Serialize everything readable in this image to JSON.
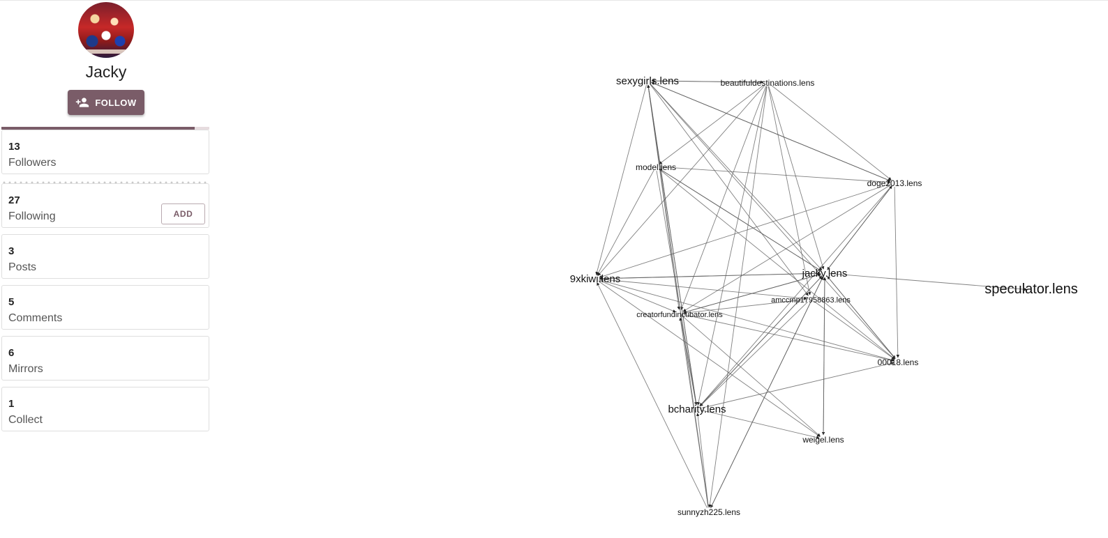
{
  "profile": {
    "name": "Jacky",
    "follow_label": "FOLLOW",
    "follower_progress": 0.93,
    "stats": [
      {
        "key": "followers",
        "count": "13",
        "label": "Followers"
      },
      {
        "key": "following",
        "count": "27",
        "label": "Following",
        "action_label": "ADD"
      },
      {
        "key": "posts",
        "count": "3",
        "label": "Posts"
      },
      {
        "key": "comments",
        "count": "5",
        "label": "Comments"
      },
      {
        "key": "mirrors",
        "count": "6",
        "label": "Mirrors"
      },
      {
        "key": "collect",
        "count": "1",
        "label": "Collect"
      }
    ]
  },
  "graph": {
    "highlight_color": "#1a7a1a",
    "edge_color": "#555555",
    "nodes": [
      {
        "id": "sexygirls",
        "label": "sexygirls.lens",
        "size": "medium"
      },
      {
        "id": "beautifuldestinations",
        "label": "beautifuldestinations.lens",
        "size": "small"
      },
      {
        "id": "model",
        "label": "model.lens",
        "size": "small"
      },
      {
        "id": "doge2013",
        "label": "doge2013.lens",
        "size": "small"
      },
      {
        "id": "9xkiwi",
        "label": "9xkiwi.lens",
        "size": "medium"
      },
      {
        "id": "jacky",
        "label": "jacky.lens",
        "size": "medium",
        "highlight": true
      },
      {
        "id": "speculator",
        "label": "speculator.lens",
        "size": "large"
      },
      {
        "id": "amccmp",
        "label": "amccmp17958863.lens",
        "size": "xsmall"
      },
      {
        "id": "creatorfund",
        "label": "creatorfundincubator.lens",
        "size": "xsmall"
      },
      {
        "id": "00018",
        "label": "00018.lens",
        "size": "small"
      },
      {
        "id": "bcharity",
        "label": "bcharity.lens",
        "size": "medium"
      },
      {
        "id": "weigel",
        "label": "weigel.lens",
        "size": "small"
      },
      {
        "id": "sunnyzh225",
        "label": "sunnyzh225.lens",
        "size": "small"
      }
    ],
    "edges": [
      [
        "sexygirls",
        "beautifuldestinations"
      ],
      [
        "beautifuldestinations",
        "sexygirls"
      ],
      [
        "sexygirls",
        "9xkiwi"
      ],
      [
        "sexygirls",
        "bcharity"
      ],
      [
        "sexygirls",
        "creatorfund"
      ],
      [
        "sexygirls",
        "jacky"
      ],
      [
        "sexygirls",
        "amccmp"
      ],
      [
        "sexygirls",
        "doge2013"
      ],
      [
        "sexygirls",
        "00018"
      ],
      [
        "beautifuldestinations",
        "model"
      ],
      [
        "beautifuldestinations",
        "9xkiwi"
      ],
      [
        "beautifuldestinations",
        "creatorfund"
      ],
      [
        "beautifuldestinations",
        "jacky"
      ],
      [
        "beautifuldestinations",
        "bcharity"
      ],
      [
        "beautifuldestinations",
        "doge2013"
      ],
      [
        "beautifuldestinations",
        "amccmp"
      ],
      [
        "beautifuldestinations",
        "sunnyzh225"
      ],
      [
        "model",
        "doge2013"
      ],
      [
        "model",
        "9xkiwi"
      ],
      [
        "model",
        "bcharity"
      ],
      [
        "model",
        "jacky"
      ],
      [
        "model",
        "00018"
      ],
      [
        "doge2013",
        "9xkiwi"
      ],
      [
        "doge2013",
        "jacky"
      ],
      [
        "doge2013",
        "creatorfund"
      ],
      [
        "doge2013",
        "00018"
      ],
      [
        "doge2013",
        "bcharity"
      ],
      [
        "doge2013",
        "sexygirls"
      ],
      [
        "9xkiwi",
        "jacky"
      ],
      [
        "9xkiwi",
        "amccmp"
      ],
      [
        "9xkiwi",
        "00018"
      ],
      [
        "9xkiwi",
        "weigel"
      ],
      [
        "9xkiwi",
        "creatorfund"
      ],
      [
        "jacky",
        "speculator"
      ],
      [
        "jacky",
        "bcharity"
      ],
      [
        "jacky",
        "creatorfund"
      ],
      [
        "jacky",
        "weigel"
      ],
      [
        "jacky",
        "sunnyzh225"
      ],
      [
        "jacky",
        "9xkiwi"
      ],
      [
        "jacky",
        "doge2013"
      ],
      [
        "jacky",
        "00018"
      ],
      [
        "jacky",
        "model"
      ],
      [
        "amccmp",
        "bcharity"
      ],
      [
        "amccmp",
        "creatorfund"
      ],
      [
        "amccmp",
        "00018"
      ],
      [
        "creatorfund",
        "jacky"
      ],
      [
        "creatorfund",
        "00018"
      ],
      [
        "creatorfund",
        "weigel"
      ],
      [
        "creatorfund",
        "bcharity"
      ],
      [
        "bcharity",
        "00018"
      ],
      [
        "bcharity",
        "weigel"
      ],
      [
        "bcharity",
        "jacky"
      ],
      [
        "bcharity",
        "sexygirls"
      ],
      [
        "sunnyzh225",
        "9xkiwi"
      ],
      [
        "sunnyzh225",
        "creatorfund"
      ],
      [
        "sunnyzh225",
        "jacky"
      ],
      [
        "sunnyzh225",
        "bcharity"
      ],
      [
        "weigel",
        "jacky"
      ],
      [
        "00018",
        "jacky"
      ],
      [
        "sunnyzh225",
        "sexygirls"
      ]
    ]
  }
}
